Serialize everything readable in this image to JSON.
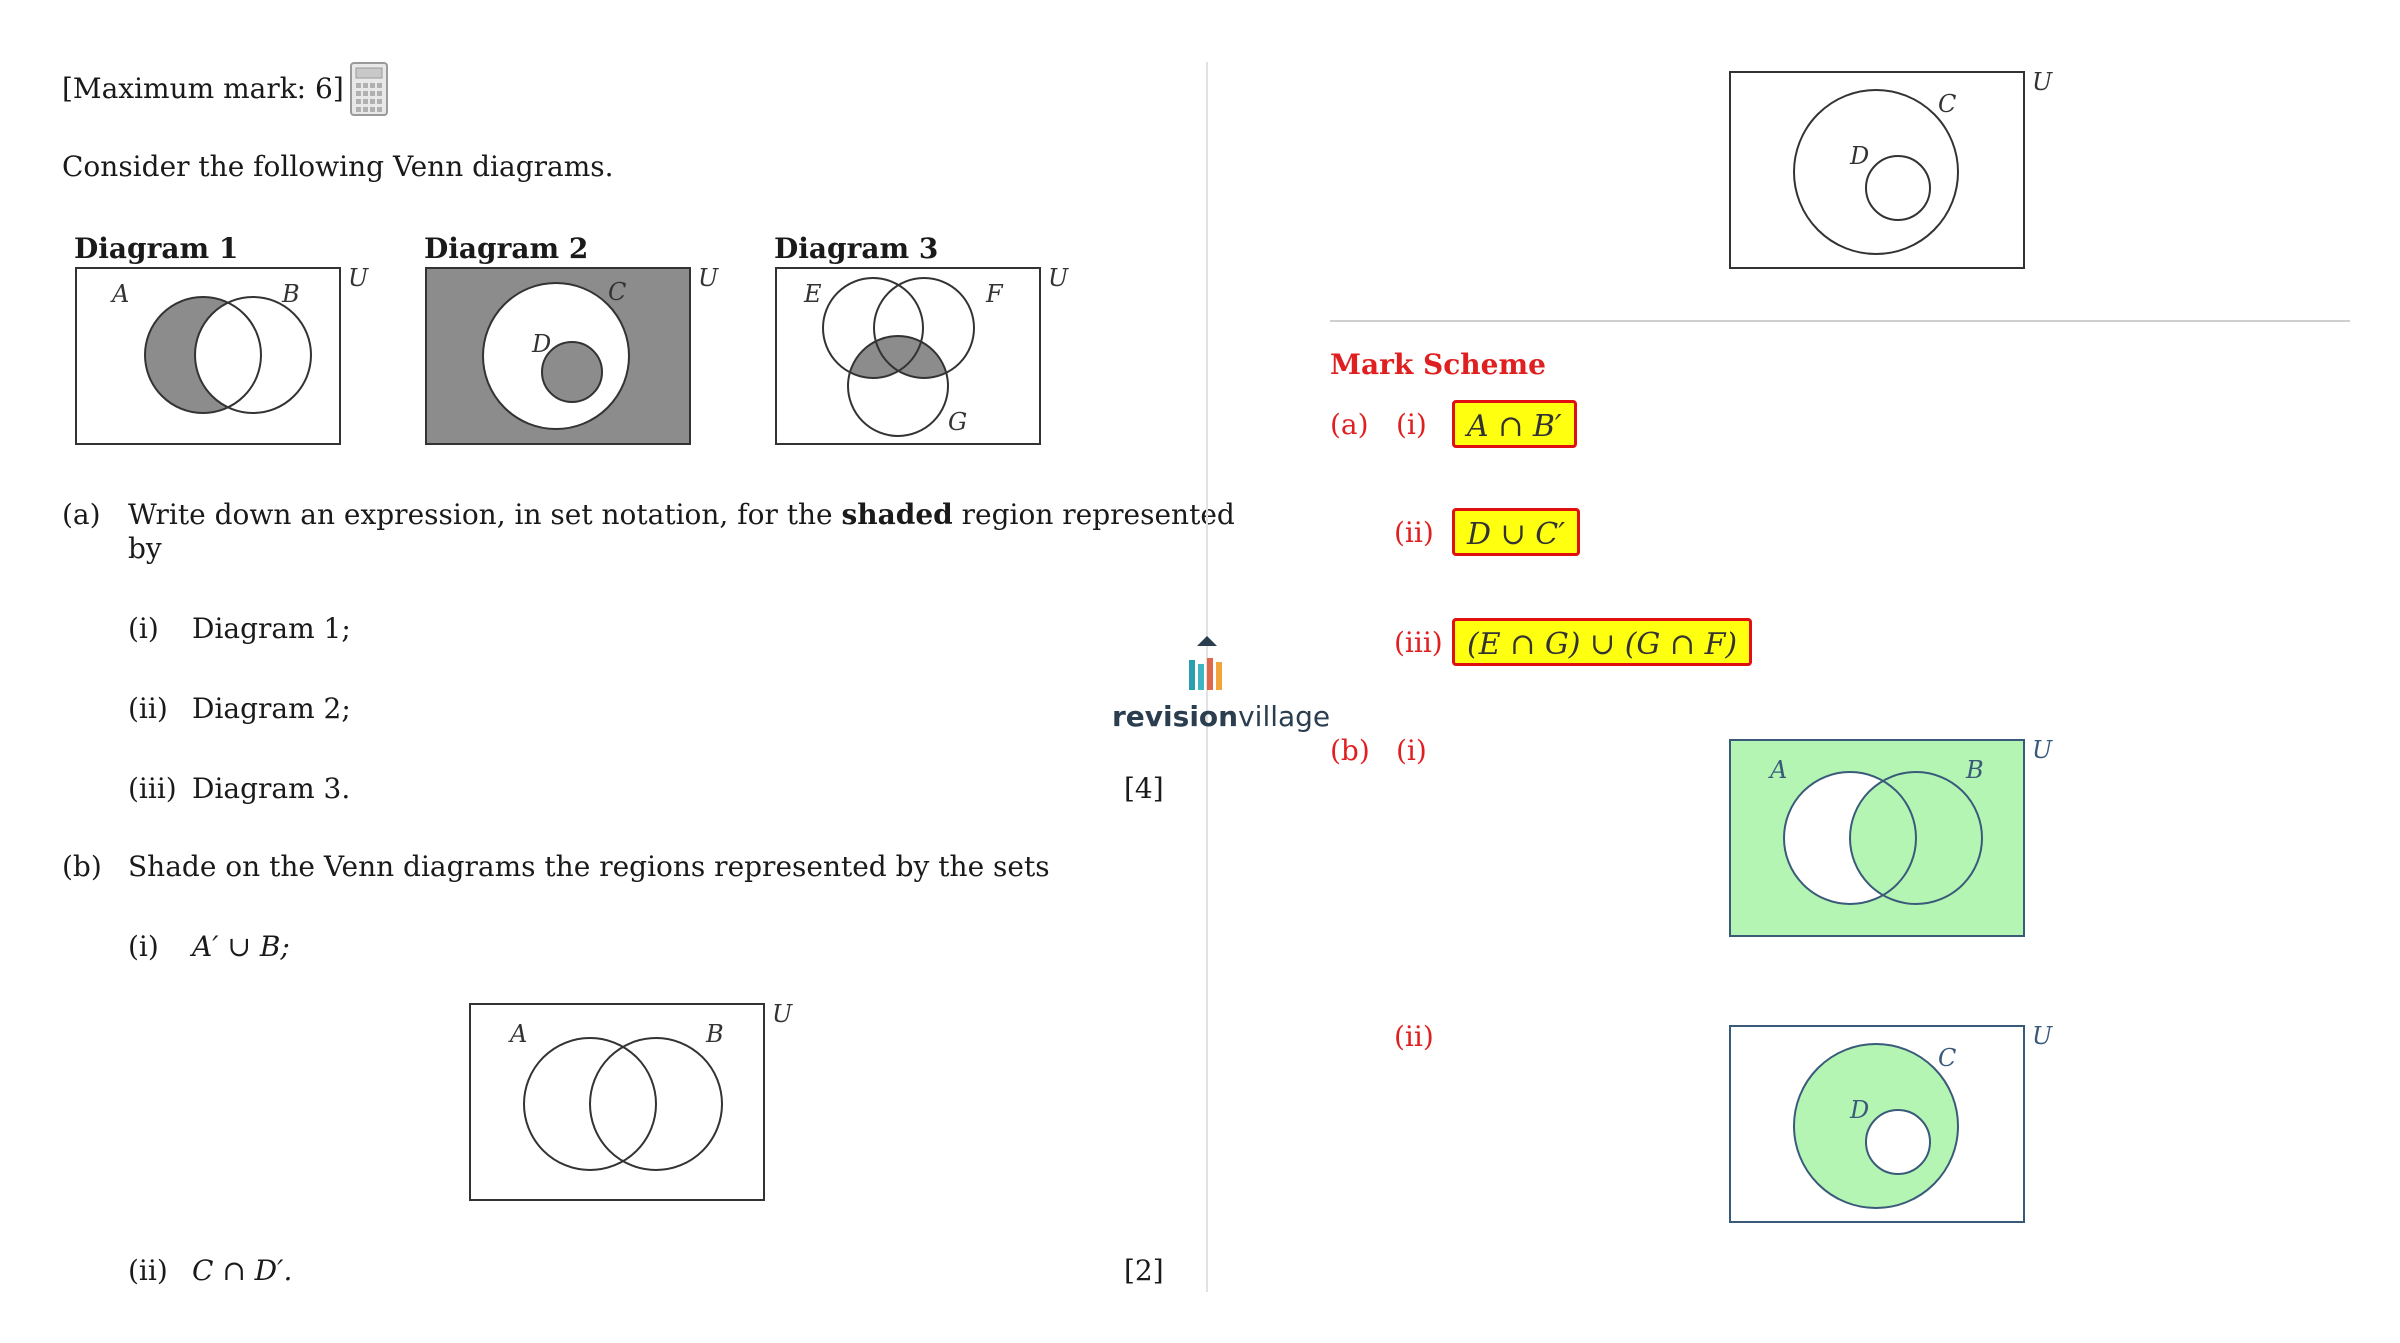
{
  "header": {
    "max_mark": "[Maximum mark: 6]",
    "calculator_icon": "calculator-icon"
  },
  "intro": "Consider the following Venn diagrams.",
  "diagrams": [
    {
      "title": "Diagram 1",
      "labels": {
        "u": "U",
        "a": "A",
        "b": "B"
      }
    },
    {
      "title": "Diagram 2",
      "labels": {
        "u": "U",
        "c": "C",
        "d": "D"
      }
    },
    {
      "title": "Diagram 3",
      "labels": {
        "u": "U",
        "e": "E",
        "f": "F",
        "g": "G"
      }
    }
  ],
  "part_a": {
    "label": "(a)",
    "text_pre": "Write down an expression, in set notation, for the ",
    "text_bold": "shaded",
    "text_post": " region represented",
    "text_line2": "by",
    "items": [
      {
        "num": "(i)",
        "text": "Diagram 1;"
      },
      {
        "num": "(ii)",
        "text": "Diagram 2;"
      },
      {
        "num": "(iii)",
        "text": "Diagram 3."
      }
    ],
    "marks": "[4]"
  },
  "part_b": {
    "label": "(b)",
    "text": "Shade on the Venn diagrams the regions represented by the sets",
    "items": [
      {
        "num": "(i)",
        "text": "A′ ∪ B;"
      },
      {
        "num": "(ii)",
        "text": "C ∩ D′."
      }
    ],
    "marks": "[2]",
    "blank_labels": {
      "u": "U",
      "a": "A",
      "b": "B",
      "c": "C",
      "d": "D"
    }
  },
  "logo": {
    "bold": "revision",
    "light": "village"
  },
  "mark_scheme": {
    "title": "Mark Scheme",
    "a_label": "(a)",
    "answers": [
      {
        "num": "(i)",
        "text": "A ∩ B′"
      },
      {
        "num": "(ii)",
        "text": "D ∪ C′"
      },
      {
        "num": "(iii)",
        "text": "(E ∩ G) ∪ (G ∩ F)"
      }
    ],
    "b_label": "(b)",
    "b_items": [
      {
        "num": "(i)"
      },
      {
        "num": "(ii)"
      }
    ]
  },
  "colors": {
    "shade_grey": "#8c8c8c",
    "shade_green": "#b4f5b4",
    "answer_red": "#e02020",
    "highlight": "#ffff10",
    "diagram_blue": "#3a5a7a"
  }
}
